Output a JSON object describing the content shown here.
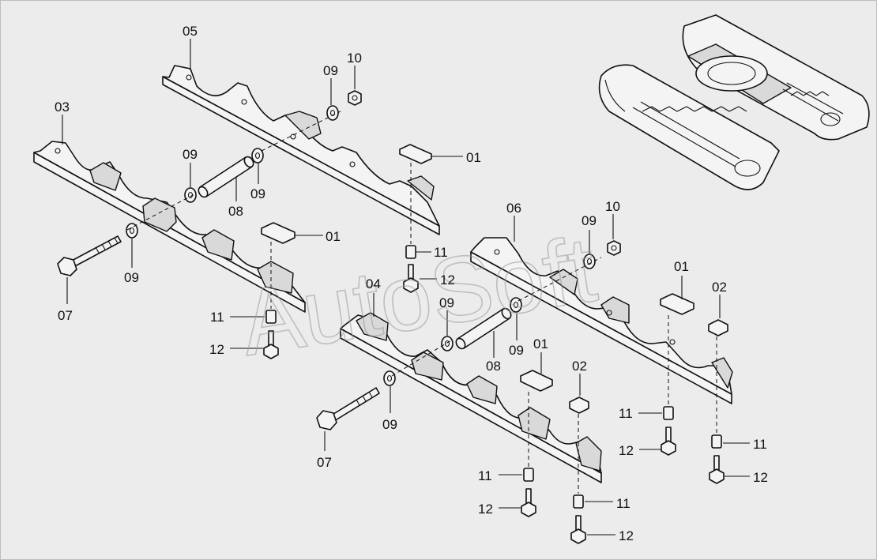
{
  "watermark": "AutoSoft",
  "callouts": {
    "c01a": "01",
    "c01b": "01",
    "c01c": "01",
    "c01d": "01",
    "c02a": "02",
    "c02b": "02",
    "c03": "03",
    "c04": "04",
    "c05": "05",
    "c06": "06",
    "c07a": "07",
    "c07b": "07",
    "c08a": "08",
    "c08b": "08",
    "c09a": "09",
    "c09b": "09",
    "c09c": "09",
    "c09d": "09",
    "c09e": "09",
    "c09f": "09",
    "c09g": "09",
    "c09h": "09",
    "c10a": "10",
    "c10b": "10",
    "c11a": "11",
    "c11b": "11",
    "c11c": "11",
    "c11d": "11",
    "c11e": "11",
    "c11f": "11",
    "c12a": "12",
    "c12b": "12",
    "c12c": "12",
    "c12d": "12",
    "c12e": "12",
    "c12f": "12"
  },
  "colors": {
    "background": "#ececec",
    "line": "#111111",
    "watermark": "#9a9a9a"
  }
}
